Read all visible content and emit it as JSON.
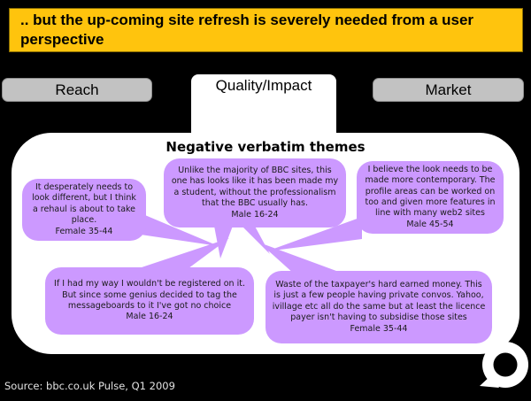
{
  "slide": {
    "headline": ".. but the up-coming site refresh is severely needed from a user perspective",
    "source": "Source: bbc.co.uk Pulse, Q1 2009"
  },
  "tabs": [
    {
      "label": "Reach",
      "active": false
    },
    {
      "label": "Quality/Impact",
      "active": true
    },
    {
      "label": "Market",
      "active": false
    }
  ],
  "panel": {
    "heading": "Negative verbatim themes",
    "bubbles": [
      {
        "position": "left",
        "quote": "It desperately needs to look different, but I think a rehaul is about to take place.",
        "attribution": "Female 35-44"
      },
      {
        "position": "center",
        "quote": "Unlike the majority of BBC sites, this one has looks like it has been made my a student, without the professionalism that the BBC usually has.",
        "attribution": "Male 16-24"
      },
      {
        "position": "right",
        "quote": "I believe the look needs to be made more contemporary. The profile areas can be worked on too and given more features in line with many web2 sites",
        "attribution": "Male 45-54"
      },
      {
        "position": "bottom-left",
        "quote": "If I had my way I wouldn't be registered on it. But since some genius decided to tag the messageboards to it I've got no choice",
        "attribution": "Male 16-24"
      },
      {
        "position": "bottom-right",
        "quote": "Waste of the taxpayer's hard earned money. This is just a few people having private convos. Yahoo, ivillage etc all do the same but at least the licence payer isn't having to subsidise those sites",
        "attribution": "Female 35-44"
      }
    ]
  },
  "icons": {
    "logo": "speech-bubble-logo"
  },
  "colors": {
    "background": "#000000",
    "headline_bg": "#FFC40D",
    "tab_inactive_bg": "#C2C2C2",
    "tab_active_bg": "#FFFFFF",
    "panel_bg": "#FFFFFF",
    "bubble_bg": "#CC99FF",
    "text": "#000000",
    "source_text": "#E3E3E3"
  }
}
